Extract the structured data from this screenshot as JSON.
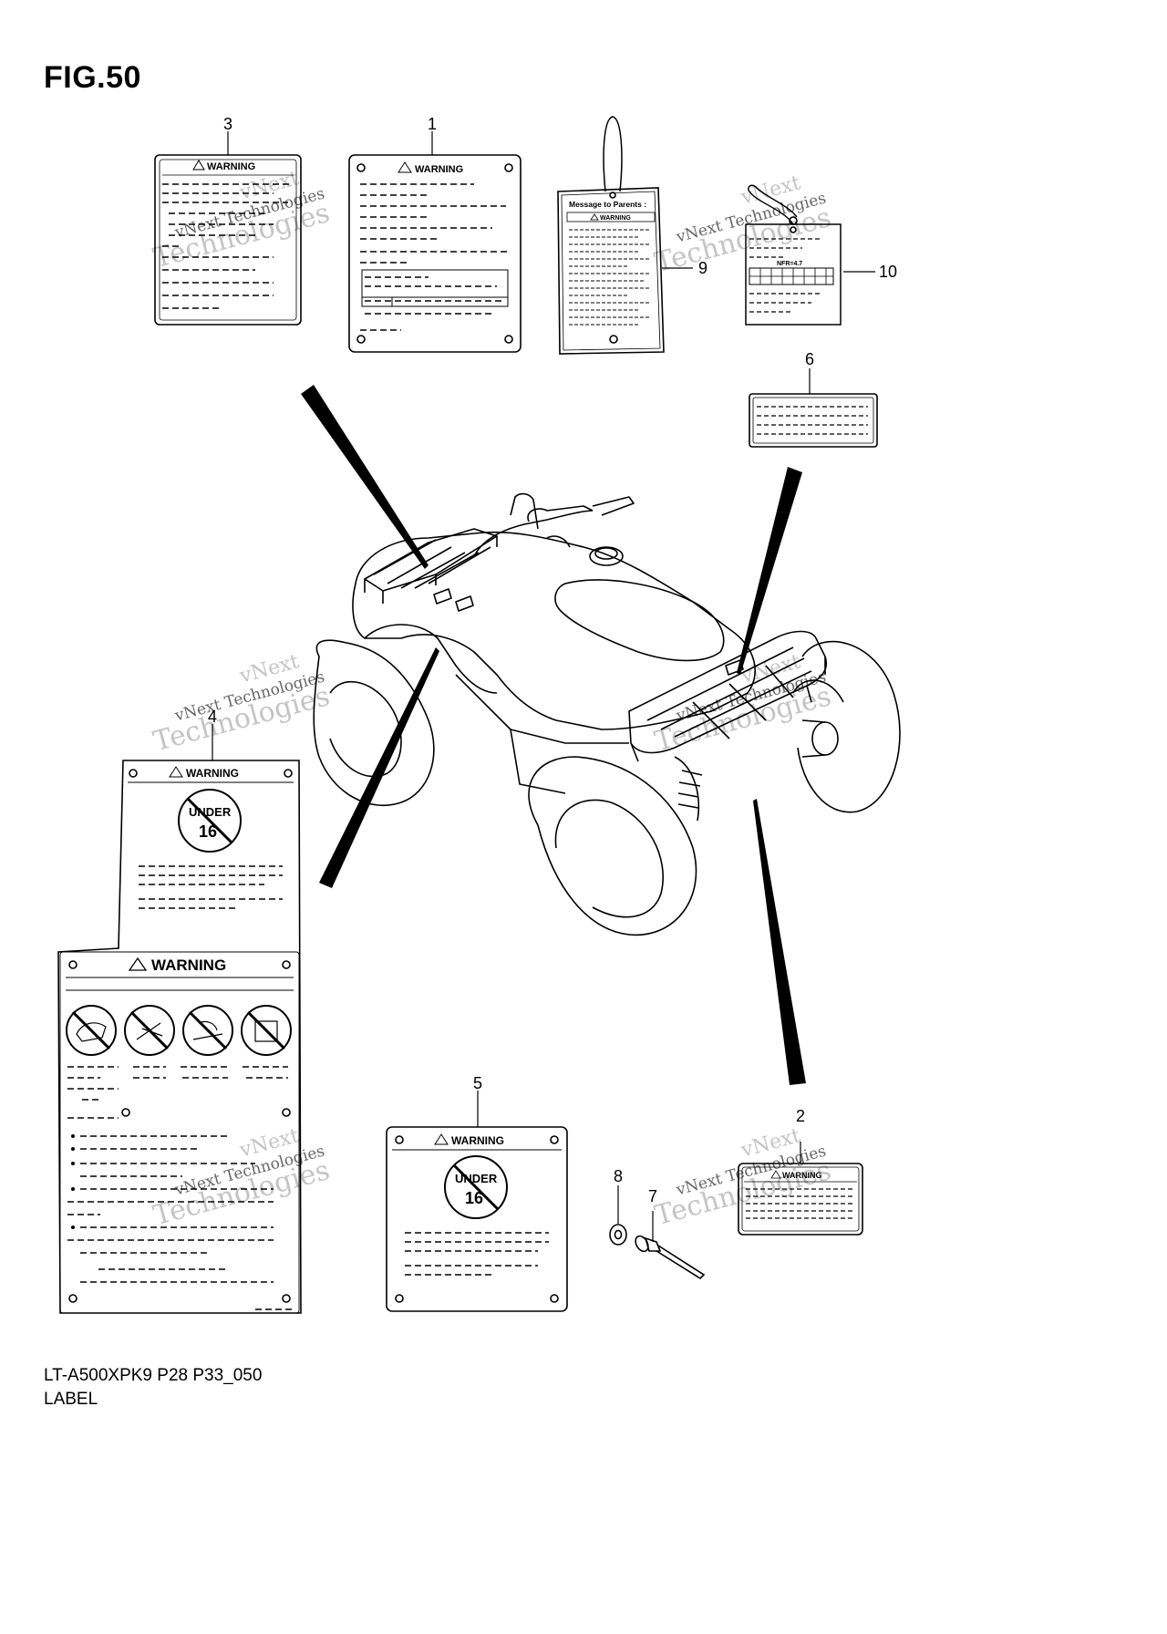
{
  "figure": {
    "title": "FIG.50",
    "model_code": "LT-A500XPK9 P28 P33_050",
    "caption": "LABEL"
  },
  "labels": {
    "warning": "WARNING",
    "under": "UNDER",
    "age": "16",
    "message_to_parents": "Message to Parents :",
    "tire_pressure": "NFR=4.7"
  },
  "callouts": [
    "1",
    "2",
    "3",
    "4",
    "5",
    "6",
    "7",
    "8",
    "9",
    "10"
  ],
  "watermark": {
    "line1": "vNext",
    "line2": "vNext Technologies",
    "line3": "Technologies"
  }
}
